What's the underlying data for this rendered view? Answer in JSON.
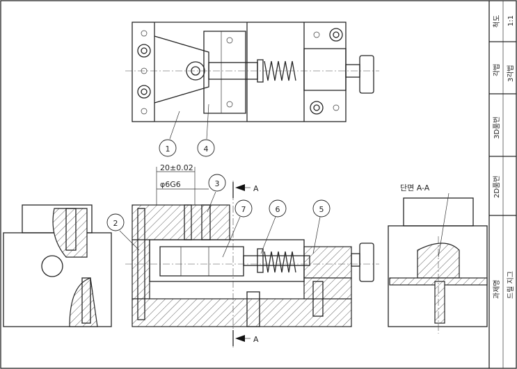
{
  "title_block": {
    "scale_label": "척도",
    "scale_value": "1:1",
    "projection_label": "각법",
    "projection_value": "3각법",
    "part3d_label": "3D품번",
    "part2d_label": "2D품번",
    "project_label": "과제명",
    "project_value": "드릴 지그"
  },
  "dimensions": {
    "length": "20±0.02",
    "diameter": "φ6G6"
  },
  "section": {
    "label": "단면 A-A",
    "arrow_top": "A",
    "arrow_bottom": "A"
  },
  "balloons": [
    "1",
    "4",
    "2",
    "3",
    "7",
    "6",
    "5"
  ]
}
